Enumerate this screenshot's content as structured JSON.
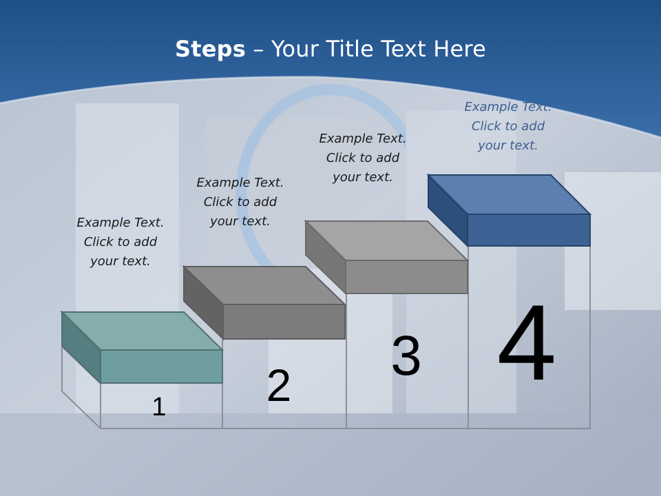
{
  "slide": {
    "title_bold": "Steps",
    "title_rest": " – Your Title Text Here"
  },
  "captions": [
    {
      "line1": "Example Text.",
      "line2": "Click  to add",
      "line3": "your text."
    },
    {
      "line1": "Example Text.",
      "line2": "Click  to add",
      "line3": "your text."
    },
    {
      "line1": "Example Text.",
      "line2": "Click  to add",
      "line3": "your text."
    },
    {
      "line1": "Example Text.",
      "line2": "Click  to add",
      "line3": "your text."
    }
  ],
  "steps": [
    {
      "number": "1",
      "color": "#6f9ea0"
    },
    {
      "number": "2",
      "color": "#7c7c7c"
    },
    {
      "number": "3",
      "color": "#8c8c8c"
    },
    {
      "number": "4",
      "color": "#3d6394"
    }
  ],
  "colors": {
    "header": "#2f5f98",
    "caption_dark": "#1a1a1a",
    "caption_accent": "#3f5f8f"
  }
}
